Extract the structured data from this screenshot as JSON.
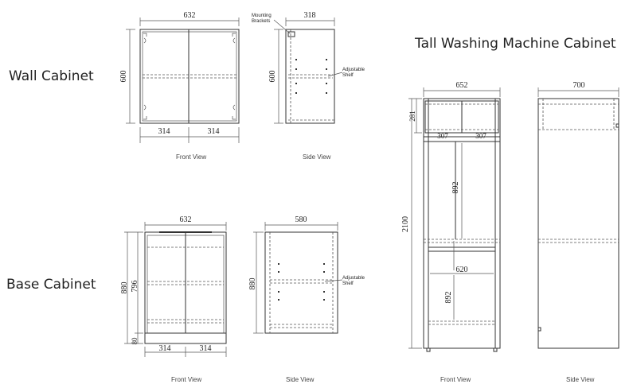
{
  "titles": {
    "wall": "Wall Cabinet",
    "base": "Base Cabinet",
    "tall": "Tall Washing Machine Cabinet"
  },
  "views": {
    "front": "Front View",
    "side": "Side View"
  },
  "notes": {
    "mounting_l1": "Mounting",
    "mounting_l2": "Brackets",
    "adjustable_l1": "Adjustable",
    "adjustable_l2": "Shelf"
  },
  "wall": {
    "width": "632",
    "depth": "318",
    "height": "600",
    "half_left": "314",
    "half_right": "314"
  },
  "base": {
    "width": "632",
    "depth": "580",
    "total_height": "880",
    "body_height": "796",
    "kick_height": "80",
    "half_left": "314",
    "half_right": "314"
  },
  "tall": {
    "width": "652",
    "depth": "700",
    "total_height": "2100",
    "top_height": "281",
    "half_left": "307",
    "half_right": "307",
    "door_upper": "892",
    "door_lower": "892",
    "inner_width": "620"
  }
}
